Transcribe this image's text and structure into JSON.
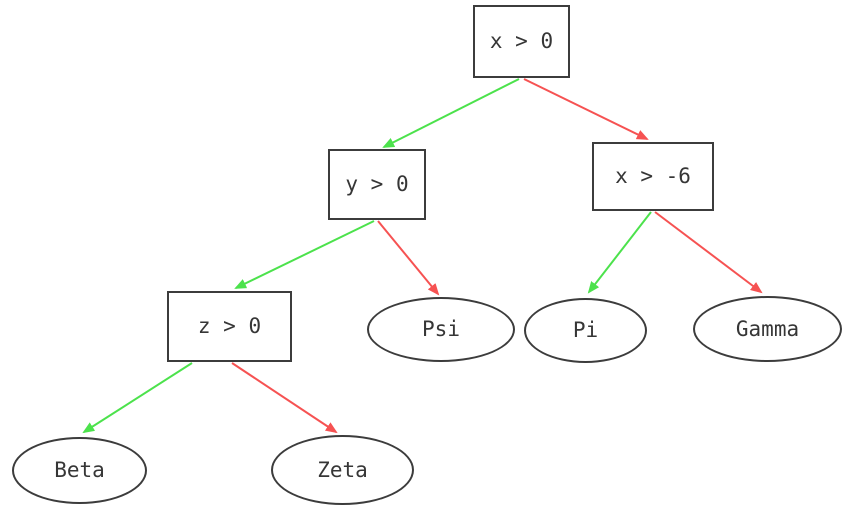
{
  "diagram": {
    "type": "decision-tree",
    "nodes": [
      {
        "id": "x0",
        "label": "x > 0",
        "shape": "box"
      },
      {
        "id": "y0",
        "label": "y > 0",
        "shape": "box"
      },
      {
        "id": "x6",
        "label": "x > -6",
        "shape": "box"
      },
      {
        "id": "z0",
        "label": "z > 0",
        "shape": "box"
      },
      {
        "id": "psi",
        "label": "Psi",
        "shape": "ellipse"
      },
      {
        "id": "pi",
        "label": "Pi",
        "shape": "ellipse"
      },
      {
        "id": "gamma",
        "label": "Gamma",
        "shape": "ellipse"
      },
      {
        "id": "beta",
        "label": "Beta",
        "shape": "ellipse"
      },
      {
        "id": "zeta",
        "label": "Zeta",
        "shape": "ellipse"
      }
    ],
    "edges": [
      {
        "from": "x0",
        "to": "y0",
        "branch": "true",
        "color": "#4ce24c"
      },
      {
        "from": "x0",
        "to": "x6",
        "branch": "false",
        "color": "#f65252"
      },
      {
        "from": "y0",
        "to": "z0",
        "branch": "true",
        "color": "#4ce24c"
      },
      {
        "from": "y0",
        "to": "psi",
        "branch": "false",
        "color": "#f65252"
      },
      {
        "from": "x6",
        "to": "pi",
        "branch": "true",
        "color": "#4ce24c"
      },
      {
        "from": "x6",
        "to": "gamma",
        "branch": "false",
        "color": "#f65252"
      },
      {
        "from": "z0",
        "to": "beta",
        "branch": "true",
        "color": "#4ce24c"
      },
      {
        "from": "z0",
        "to": "zeta",
        "branch": "false",
        "color": "#f65252"
      }
    ],
    "colors": {
      "true_edge": "#4ce24c",
      "false_edge": "#f65252",
      "node_border": "#3c3c3c",
      "text": "#363636",
      "background": "#ffffff"
    }
  }
}
